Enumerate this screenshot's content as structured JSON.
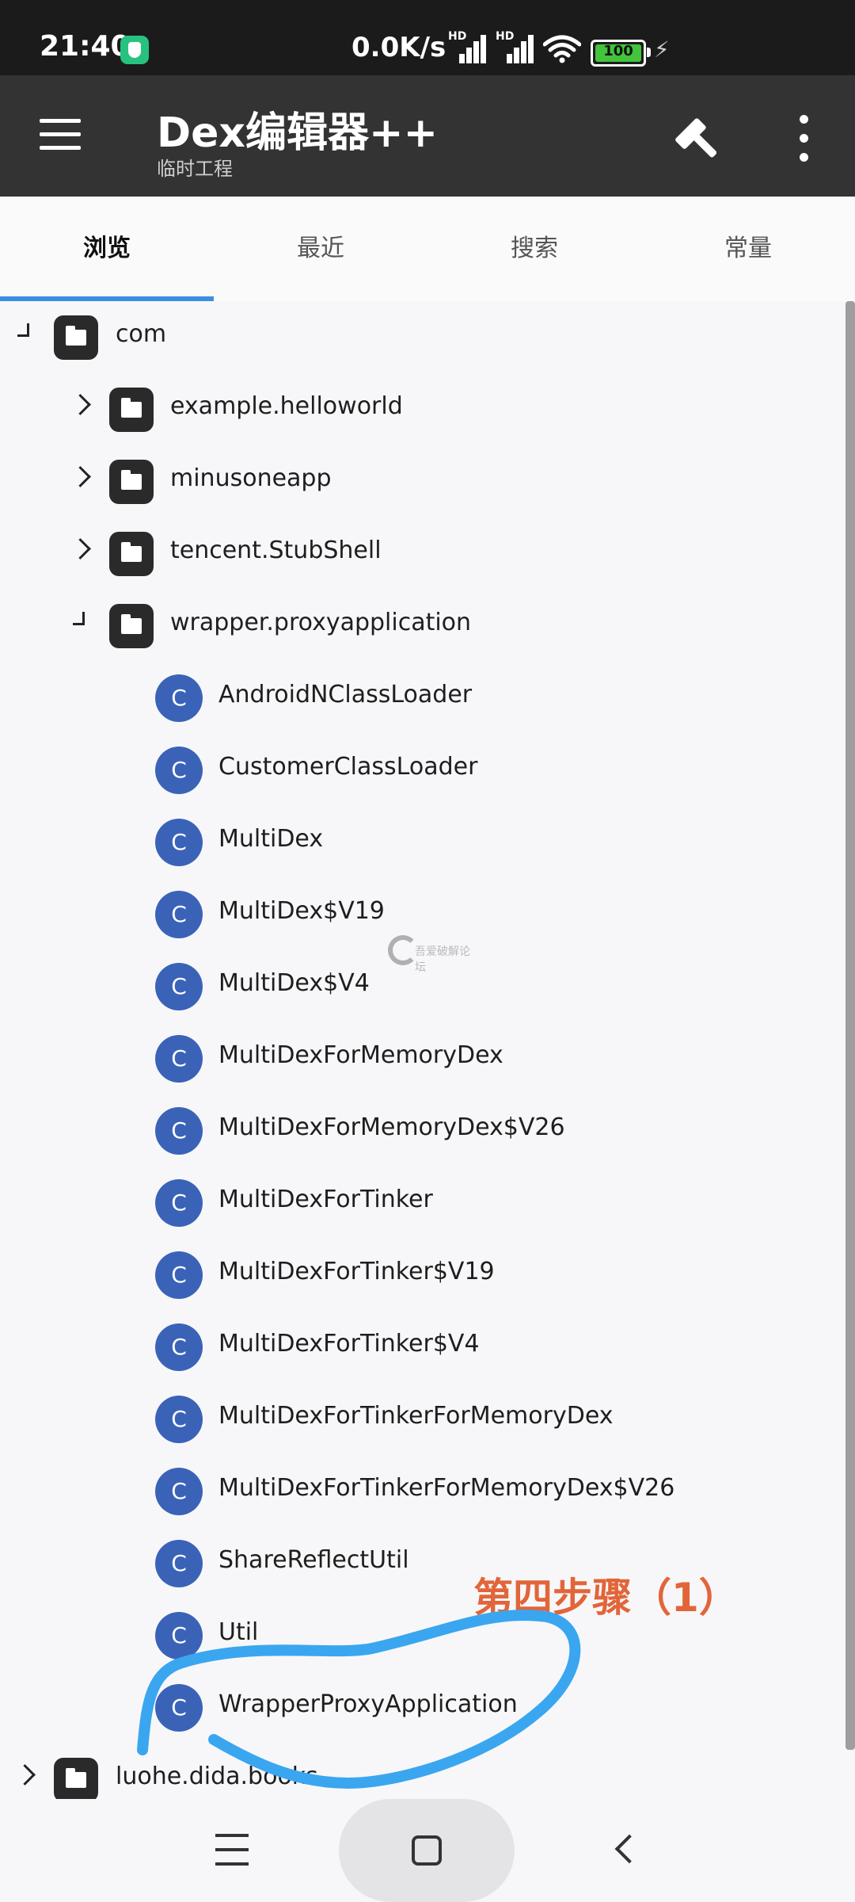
{
  "status": {
    "time": "21:40",
    "net_speed": "0.0K/s",
    "hd1": "HD",
    "hd2": "HD",
    "battery": "100",
    "accent": "#27c27f"
  },
  "appbar": {
    "title": "Dex编辑器++",
    "subtitle": "临时工程",
    "icons": [
      "menu-icon",
      "hammer-icon",
      "more-vert-icon"
    ]
  },
  "tabs": [
    {
      "label": "浏览",
      "active": true
    },
    {
      "label": "最近",
      "active": false
    },
    {
      "label": "搜索",
      "active": false
    },
    {
      "label": "常量",
      "active": false
    }
  ],
  "tree": {
    "root": {
      "label": "com",
      "expanded": true
    },
    "packages": [
      {
        "label": "example.helloworld",
        "expanded": false
      },
      {
        "label": "minusoneapp",
        "expanded": false
      },
      {
        "label": "tencent.StubShell",
        "expanded": false
      },
      {
        "label": "wrapper.proxyapplication",
        "expanded": true
      }
    ],
    "class_badge": "C",
    "classes": [
      "AndroidNClassLoader",
      "CustomerClassLoader",
      "MultiDex",
      "MultiDex$V19",
      "MultiDex$V4",
      "MultiDexForMemoryDex",
      "MultiDexForMemoryDex$V26",
      "MultiDexForTinker",
      "MultiDexForTinker$V19",
      "MultiDexForTinker$V4",
      "MultiDexForTinkerForMemoryDex",
      "MultiDexForTinkerForMemoryDex$V26",
      "ShareReflectUtil",
      "Util",
      "WrapperProxyApplication"
    ],
    "last_root": {
      "label": "luohe.dida.books",
      "expanded": false
    }
  },
  "annotation": {
    "text": "第四步骤（1）",
    "text_color": "#e2653a",
    "circle_color": "#3aa6f0"
  },
  "watermark": "吾爱破解论坛",
  "navbar": {
    "icons": [
      "recents-icon",
      "home-icon",
      "back-icon"
    ]
  }
}
